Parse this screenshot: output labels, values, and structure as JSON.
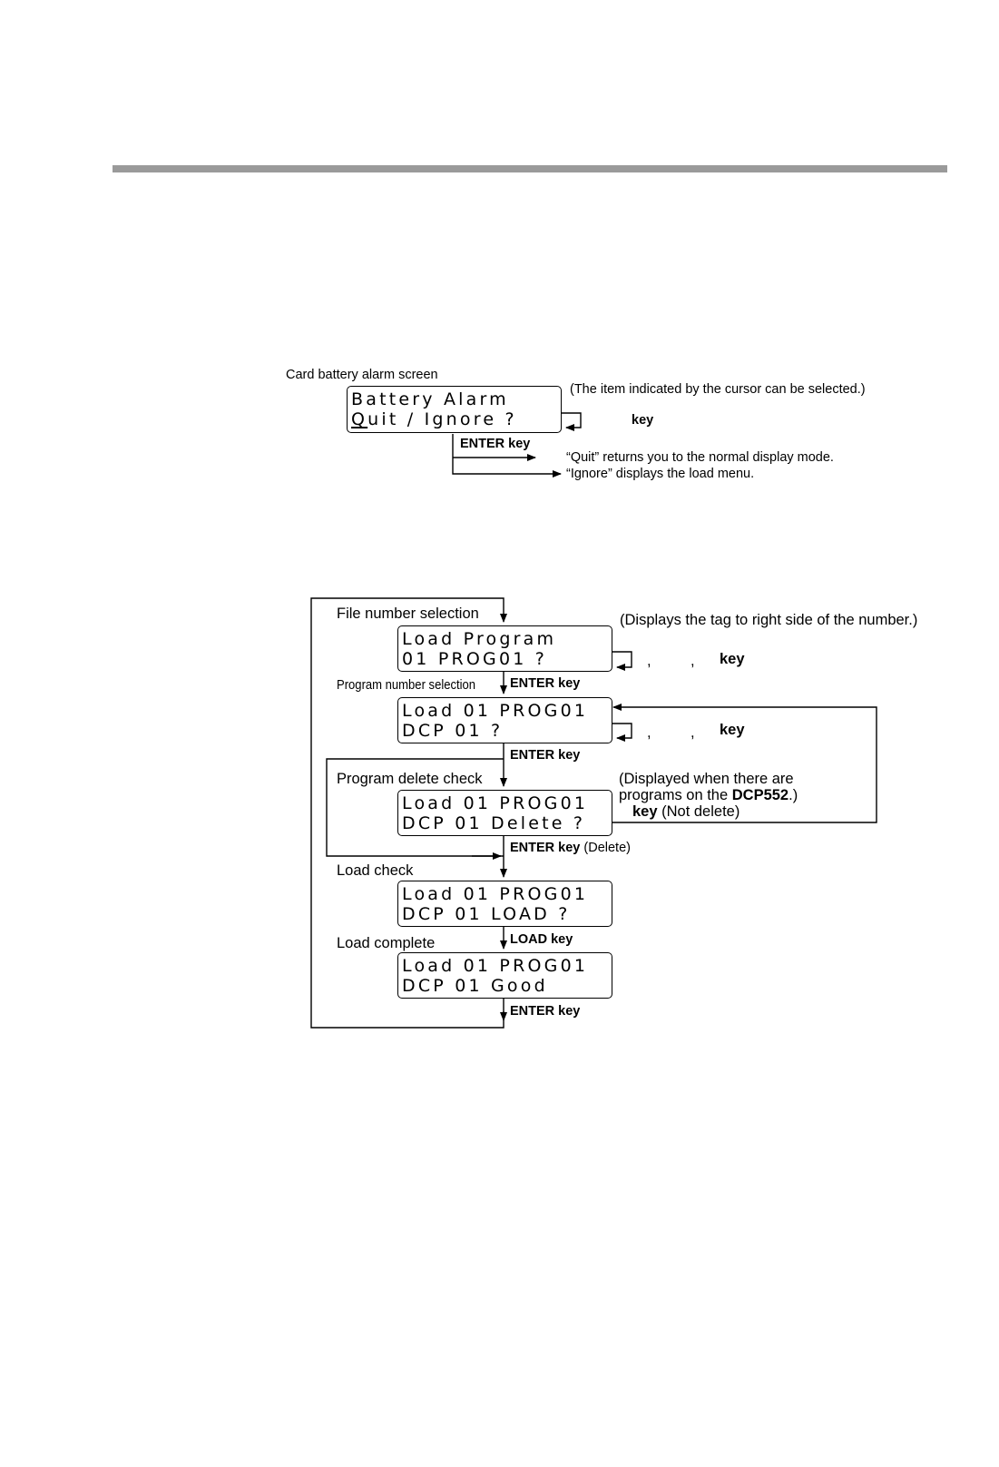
{
  "alarm": {
    "caption": "Card battery alarm screen",
    "lcd_line1": "Battery Alarm",
    "lcd_line2_cursor": "Q",
    "lcd_line2_rest": "uit / Ignore ?",
    "cursor_note": "(The item indicated by the cursor can be selected.)",
    "key_label": "key",
    "enter_label": "ENTER key",
    "quit_note": "“Quit” returns you to the normal display mode.",
    "ignore_note": "“Ignore” displays the load menu."
  },
  "flow": {
    "file_label": "File number selection",
    "tag_note": "(Displays the tag to right side of the number.)",
    "screen1_line1": "Load Program",
    "screen1_line2": "01 PROG01 ?",
    "key_sep1": ",",
    "key_sep2": ",",
    "key_label": "key",
    "program_label": "Program number selection",
    "enter_label": "ENTER key",
    "screen2_line1": "Load 01 PROG01",
    "screen2_line2": "DCP 01 ?",
    "delete_check_label": "Program delete check",
    "displayed_note_1": "(Displayed when there are",
    "displayed_note_2a": "programs on the ",
    "displayed_note_2b": "DCP552",
    "displayed_note_2c": ".)",
    "not_delete_key": "key",
    "not_delete_text": " (Not delete)",
    "screen3_line1": "Load 01 PROG01",
    "screen3_line2": "DCP 01 Delete ?",
    "delete_suffix": " (Delete)",
    "load_check_label": "Load check",
    "screen4_line1": "Load 01 PROG01",
    "screen4_line2": "DCP 01 LOAD ?",
    "load_complete_label": "Load complete",
    "load_key_label": "LOAD key",
    "screen5_line1": "Load 01 PROG01",
    "screen5_line2": "DCP 01 Good"
  }
}
